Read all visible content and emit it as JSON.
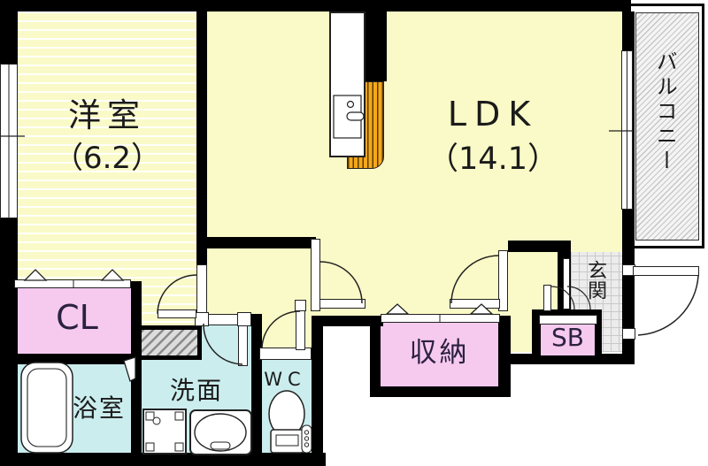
{
  "title": "apartment floor plan",
  "rooms": {
    "yoshitsu": {
      "label": "洋室",
      "size": "（6.2）"
    },
    "ldk": {
      "label": "LDK",
      "size": "（14.1）"
    },
    "balcony": {
      "label": "バルコニー"
    },
    "cl": {
      "label": "CL"
    },
    "bath": {
      "label": "浴室"
    },
    "wash": {
      "label": "洗面"
    },
    "wc": {
      "label": "WC"
    },
    "storage": {
      "label": "収納"
    },
    "sb": {
      "label": "SB"
    },
    "genkan": {
      "label": "玄関"
    }
  },
  "colors": {
    "wall": "#000000",
    "room-yellow": "#FAFAC8",
    "room-pink": "#F6C9EF",
    "room-cyan": "#CBEDEE",
    "counter-orange": "#F4A81C",
    "line": "#222222"
  }
}
